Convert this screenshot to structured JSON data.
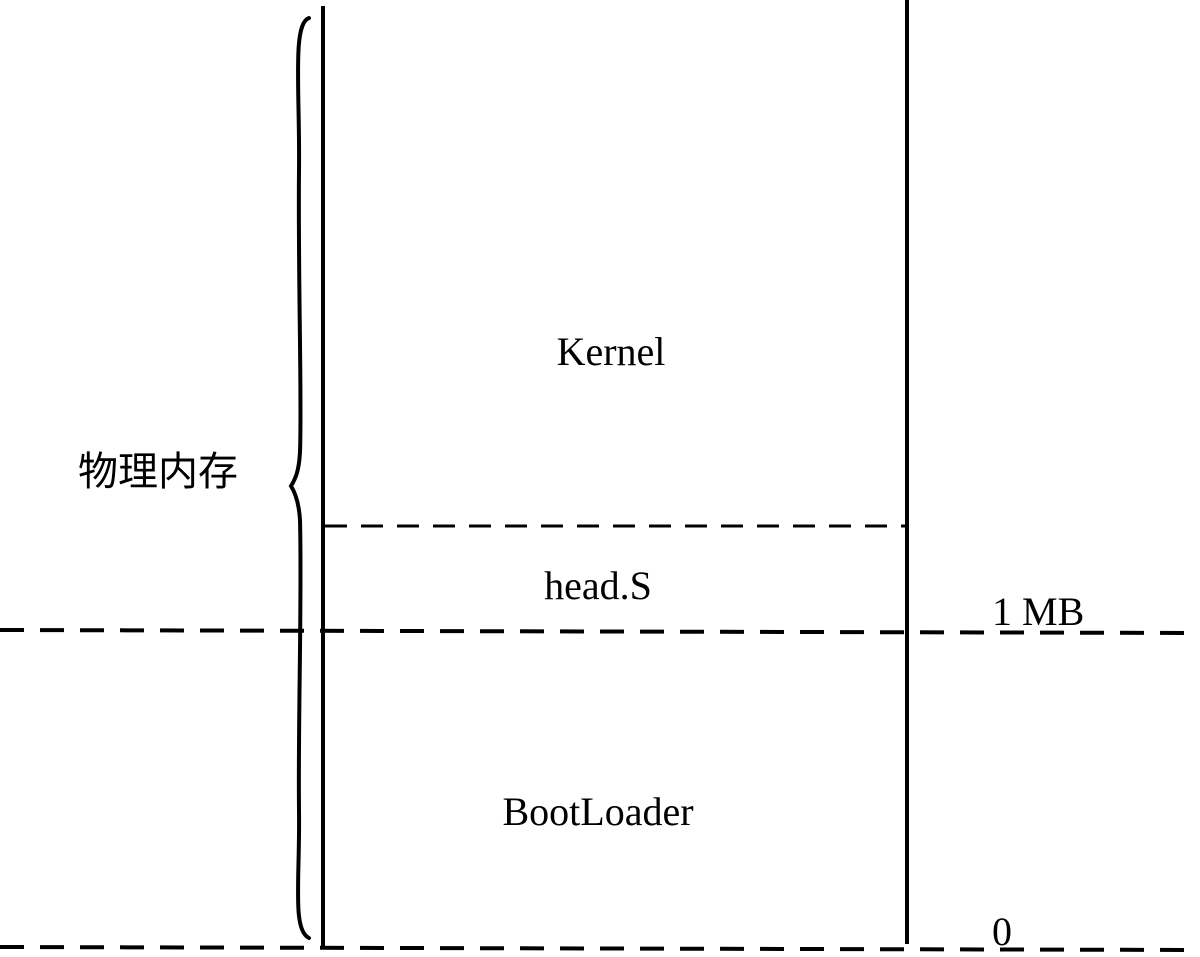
{
  "diagram": {
    "memory_label": "物理内存",
    "regions": [
      {
        "label": "Kernel"
      },
      {
        "label": "head.S"
      },
      {
        "label": "BootLoader"
      }
    ],
    "address_markers": [
      {
        "label": "1 MB"
      },
      {
        "label": "0"
      }
    ],
    "colors": {
      "line": "#000000",
      "background": "#ffffff"
    }
  }
}
